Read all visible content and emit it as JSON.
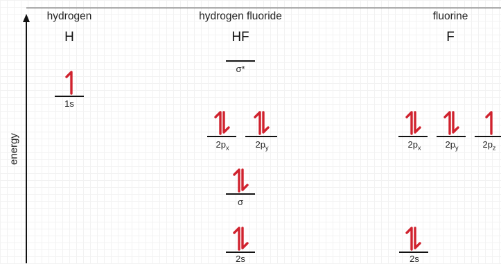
{
  "headers": {
    "hydrogen": {
      "name": "hydrogen",
      "symbol": "H"
    },
    "molecule": {
      "name": "hydrogen fluoride",
      "symbol": "HF"
    },
    "fluorine": {
      "name": "fluorine",
      "symbol": "F"
    }
  },
  "axis_label": "energy",
  "orbitals": {
    "h_1s": {
      "label": "1s",
      "electrons": 1
    },
    "hf_sigma_star": {
      "label": "σ*",
      "electrons": 0
    },
    "hf_2px": {
      "label": "2p",
      "sub": "x",
      "electrons": 2
    },
    "hf_2py": {
      "label": "2p",
      "sub": "y",
      "electrons": 2
    },
    "hf_sigma": {
      "label": "σ",
      "electrons": 2
    },
    "hf_2s": {
      "label": "2s",
      "electrons": 2
    },
    "f_2px": {
      "label": "2p",
      "sub": "x",
      "electrons": 2
    },
    "f_2py": {
      "label": "2p",
      "sub": "y",
      "electrons": 2
    },
    "f_2pz": {
      "label": "2p",
      "sub": "z",
      "electrons": 1
    },
    "f_2s": {
      "label": "2s",
      "electrons": 2
    }
  },
  "colors": {
    "electron": "#d0222e",
    "connector": "#3b8fd4",
    "level": "#111111"
  }
}
